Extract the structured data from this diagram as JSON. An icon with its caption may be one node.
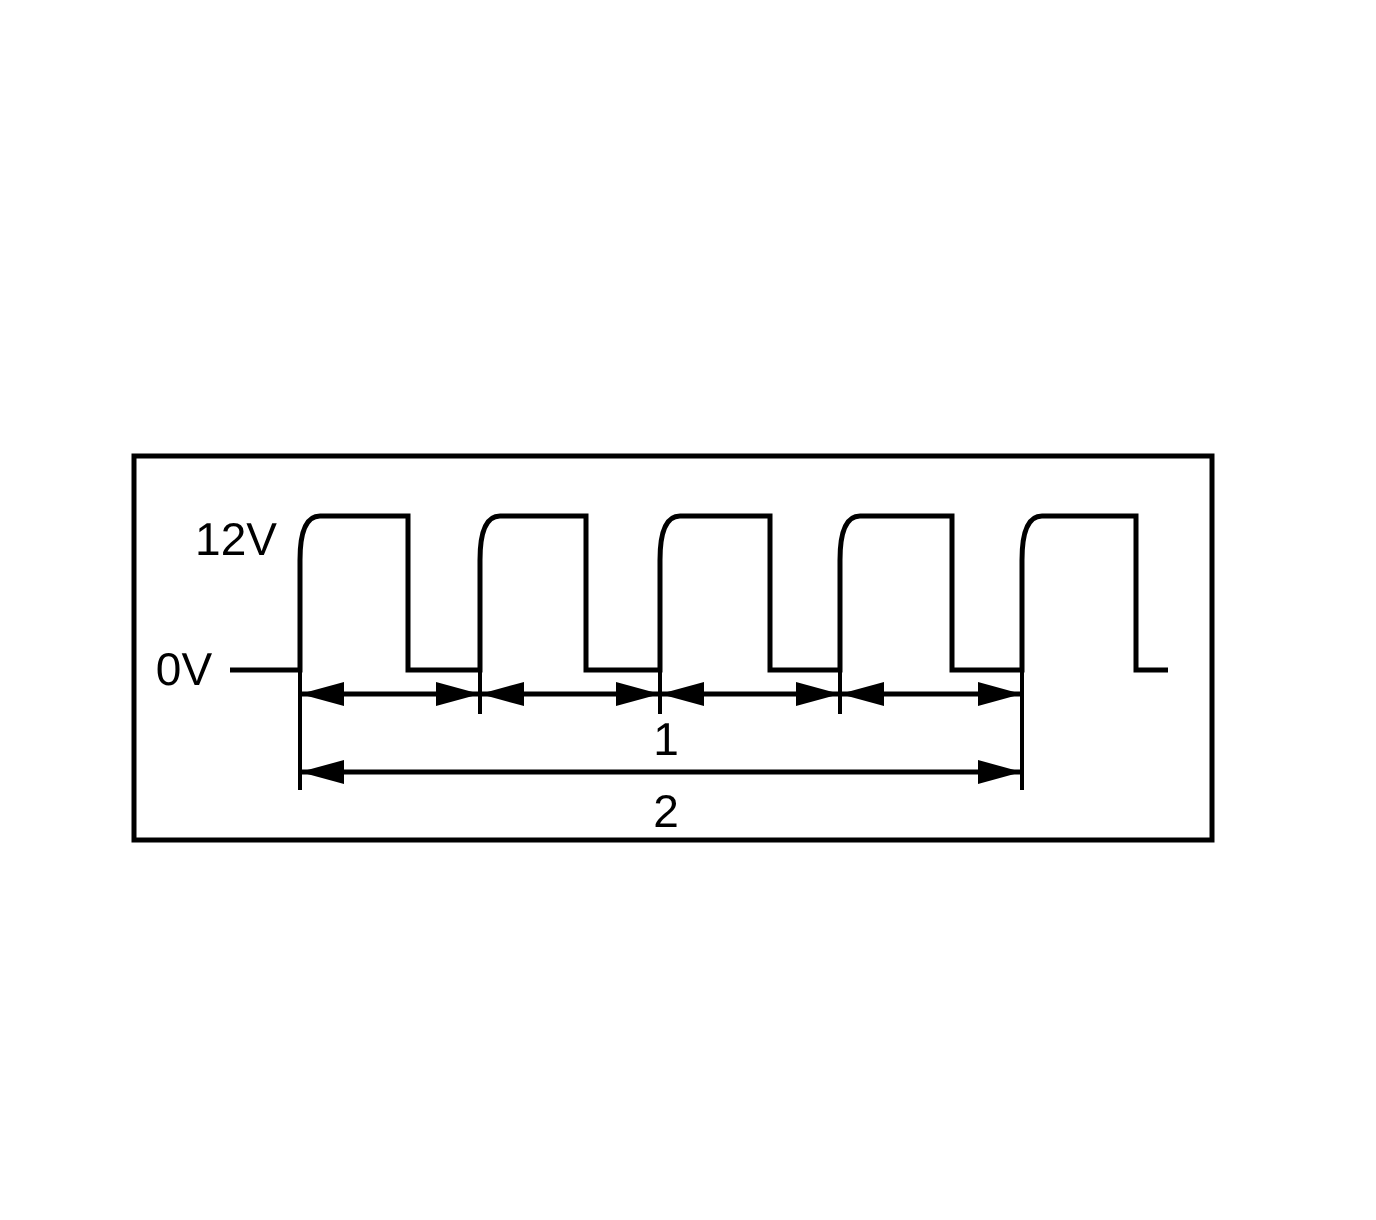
{
  "diagram": {
    "labels": [
      "12V",
      "0V",
      "1",
      "2"
    ]
  }
}
